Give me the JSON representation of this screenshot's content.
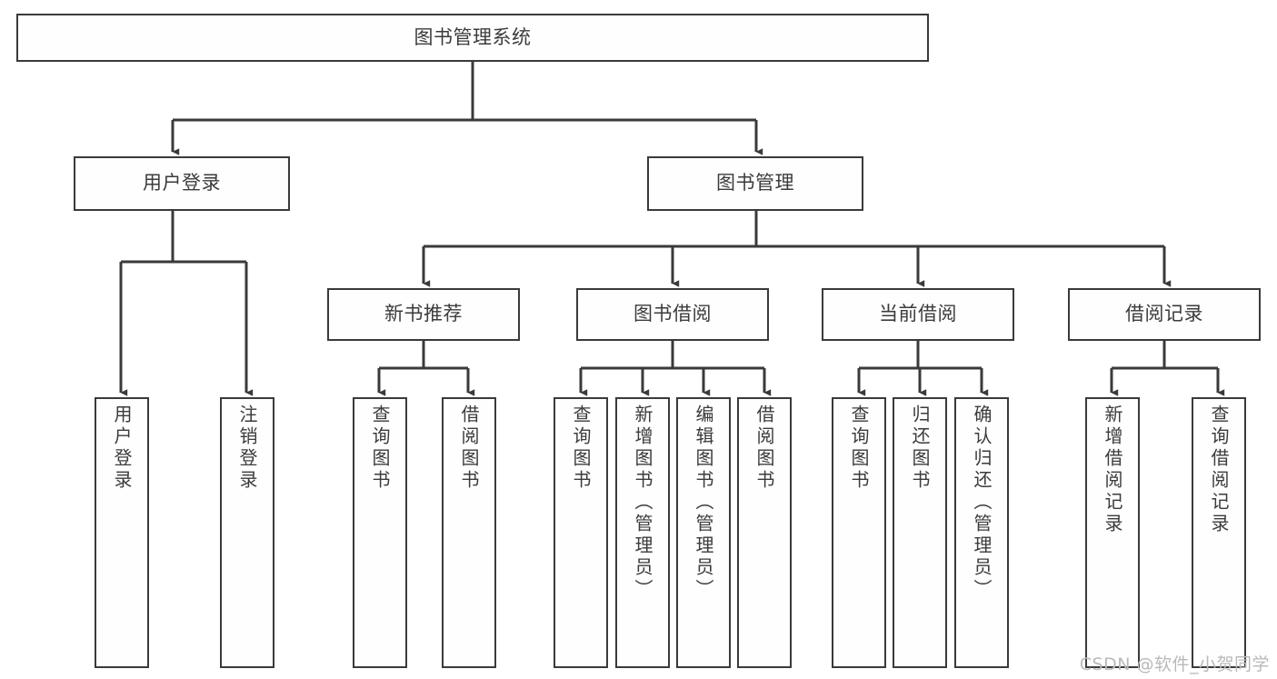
{
  "diagram": {
    "title": "图书管理系统",
    "type": "tree-hierarchy-chart",
    "colors": {
      "box_border": "#3a3a3a",
      "box_fill": "#fefefe",
      "text": "#3b3b3b",
      "connector": "#3a3a3a",
      "background": "#ffffff",
      "watermark": "#b9b9b9"
    },
    "root": {
      "label": "图书管理系统"
    },
    "level2": [
      {
        "label": "用户登录"
      },
      {
        "label": "图书管理"
      }
    ],
    "level3": [
      {
        "label": "新书推荐"
      },
      {
        "label": "图书借阅"
      },
      {
        "label": "当前借阅"
      },
      {
        "label": "借阅记录"
      }
    ],
    "leaves_user_login": [
      {
        "label": "用户登录"
      },
      {
        "label": "注销登录"
      }
    ],
    "leaves_new_book": [
      {
        "label": "查询图书"
      },
      {
        "label": "借阅图书"
      }
    ],
    "leaves_borrow": [
      {
        "label": "查询图书"
      },
      {
        "label": "新增图书（管理员）"
      },
      {
        "label": "编辑图书（管理员）"
      },
      {
        "label": "借阅图书"
      }
    ],
    "leaves_current": [
      {
        "label": "查询图书"
      },
      {
        "label": "归还图书"
      },
      {
        "label": "确认归还（管理员）"
      }
    ],
    "leaves_records": [
      {
        "label": "新增借阅记录"
      },
      {
        "label": "查询借阅记录"
      }
    ],
    "watermark": "CSDN @软件_小贺同学"
  }
}
